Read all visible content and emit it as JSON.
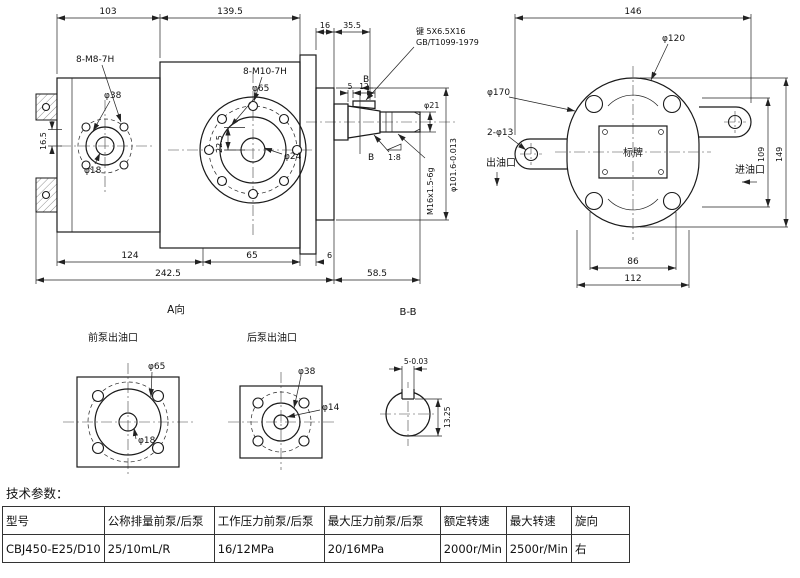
{
  "side_view": {
    "dim_103": "103",
    "dim_139_5": "139.5",
    "dim_16": "16",
    "dim_35_5": "35.5",
    "dim_5": "5",
    "dim_12": "12",
    "key_line1": "键 5X6.5X16",
    "key_line2": "GB/T1099-1979",
    "thread_8m8": "8-M8-7H",
    "dia_38": "φ38",
    "dia_18": "φ18",
    "thread_8m10": "8-M10-7H",
    "dia_65": "φ65",
    "dia_24": "φ24",
    "dim_16_5": "16.5",
    "dim_22_5": "22.5",
    "label_b": "B",
    "taper": "1:8",
    "thread_m16": "M16x1.5-6g",
    "dia_101": "φ101.6-0.013",
    "dia_21": "φ21",
    "dim_124": "124",
    "dim_65": "65",
    "dim_6": "6",
    "dim_242_5": "242.5",
    "dim_58_5": "58.5",
    "view_a": "A向"
  },
  "end_view": {
    "dim_146": "146",
    "dia_120": "φ120",
    "dia_170": "φ170",
    "holes": "2-φ13",
    "outlet": "出油口",
    "inlet": "进油口",
    "nameplate": "标牌",
    "dim_109": "109",
    "dim_149": "149",
    "dim_86": "86",
    "dim_112": "112"
  },
  "ports": {
    "front_title": "前泵出油口",
    "front_dia_65": "φ65",
    "front_dia_18": "φ18",
    "rear_title": "后泵出油口",
    "rear_dia_38": "φ38",
    "rear_dia_14": "φ14",
    "section_label": "B-B",
    "key_width": "5-0.03",
    "key_depth": "13.25"
  },
  "params": {
    "title": "技术参数：",
    "headers": [
      "型号",
      "公称排量前泵/后泵",
      "工作压力前泵/后泵",
      "最大压力前泵/后泵",
      "额定转速",
      "最大转速",
      "旋向"
    ],
    "values": [
      "CBJ450-E25/D10",
      "25/10mL/R",
      "16/12MPa",
      "20/16MPa",
      "2000r/Min",
      "2500r/Min",
      "右"
    ]
  }
}
